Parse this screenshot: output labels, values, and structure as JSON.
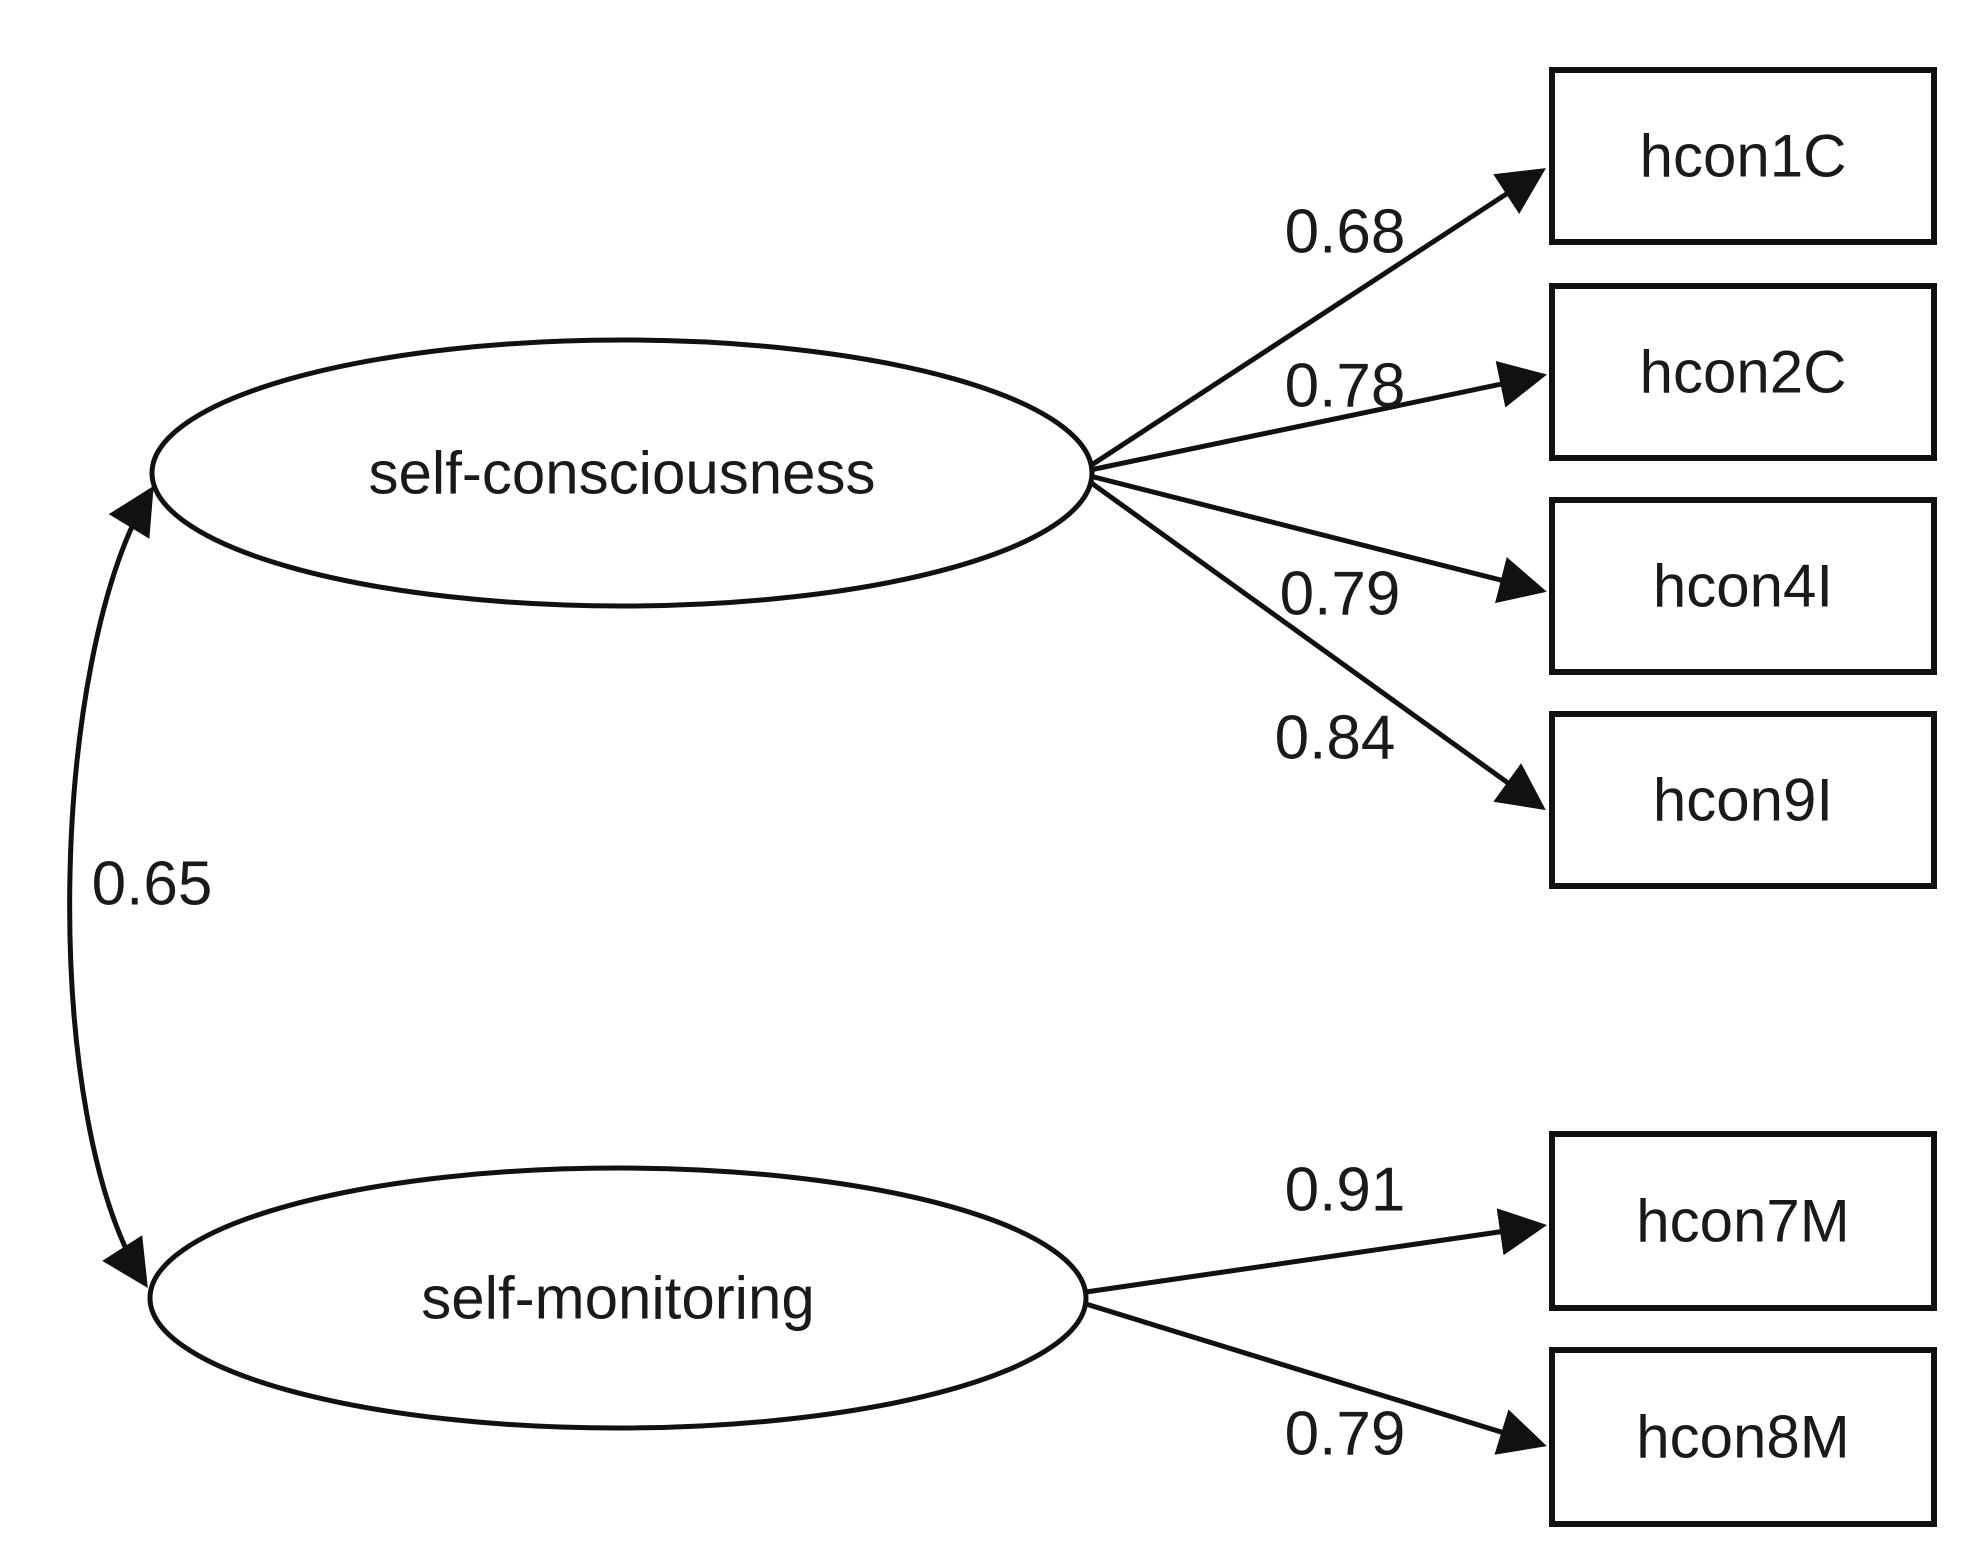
{
  "diagram": {
    "type": "confirmatory-factor-analysis-path-diagram",
    "latents": [
      {
        "id": "self-consciousness",
        "label": "self-consciousness"
      },
      {
        "id": "self-monitoring",
        "label": "self-monitoring"
      }
    ],
    "covariance": {
      "between": [
        "self-consciousness",
        "self-monitoring"
      ],
      "value": "0.65"
    },
    "loadings": [
      {
        "factor": "self-consciousness",
        "indicator": "hcon1C",
        "value": "0.68"
      },
      {
        "factor": "self-consciousness",
        "indicator": "hcon2C",
        "value": "0.78"
      },
      {
        "factor": "self-consciousness",
        "indicator": "hcon4I",
        "value": "0.79"
      },
      {
        "factor": "self-consciousness",
        "indicator": "hcon9I",
        "value": "0.84"
      },
      {
        "factor": "self-monitoring",
        "indicator": "hcon7M",
        "value": "0.91"
      },
      {
        "factor": "self-monitoring",
        "indicator": "hcon8M",
        "value": "0.79"
      }
    ]
  }
}
